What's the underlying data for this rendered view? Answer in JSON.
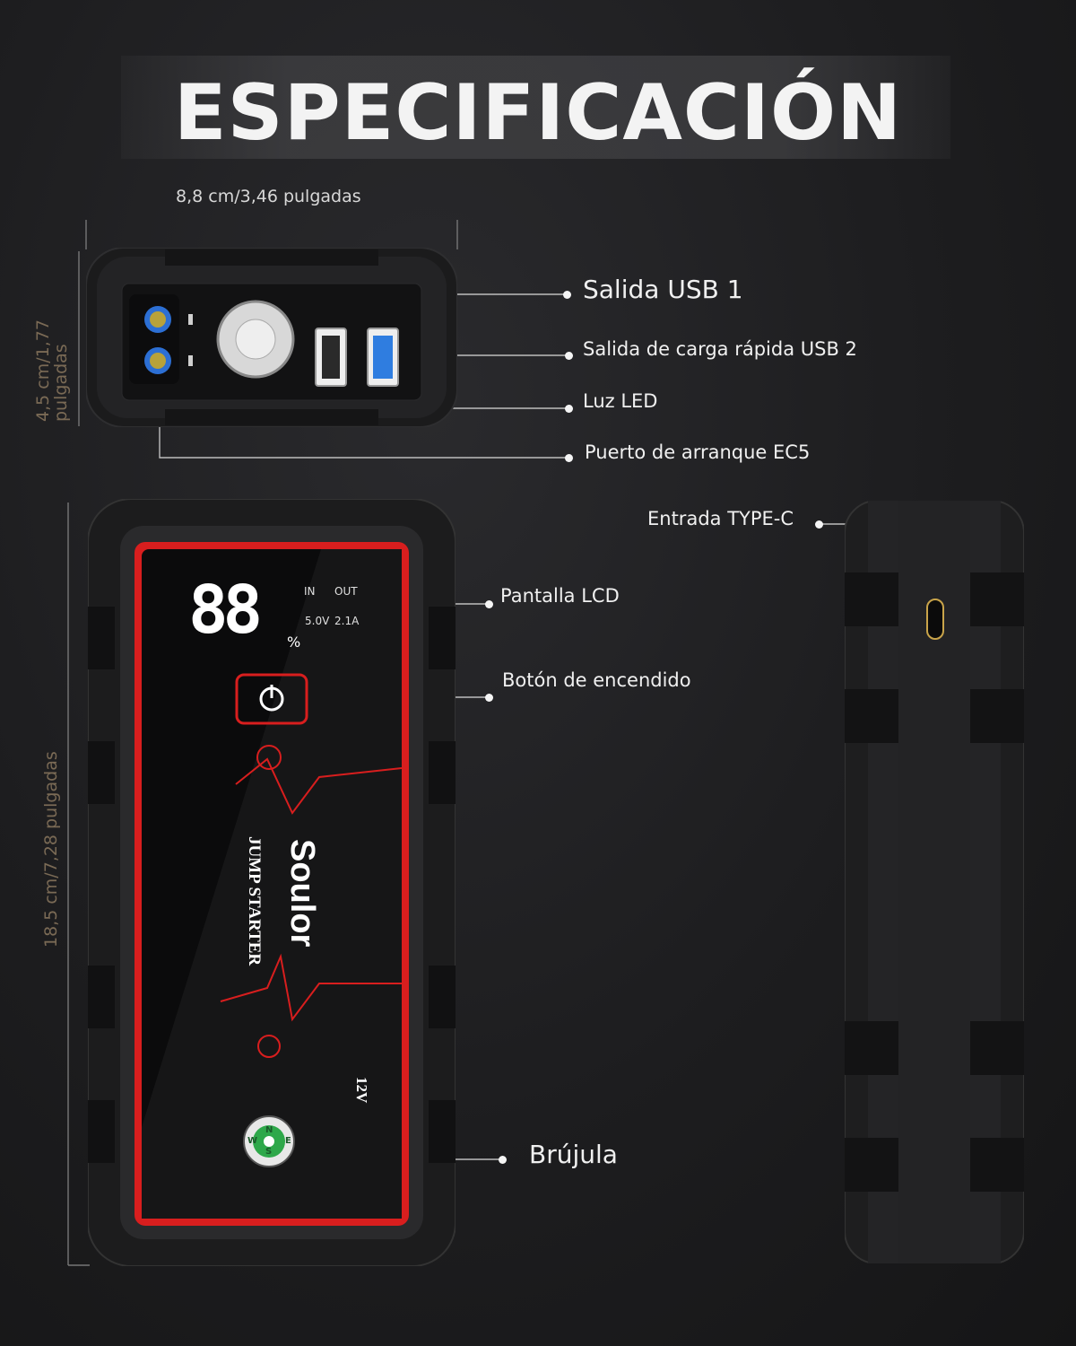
{
  "title": "ESPECIFICACIÓN",
  "dimensions": {
    "width": "8,8 cm/3,46 pulgadas",
    "height_top": "4,5 cm/1,77 pulgadas",
    "length": "18,5 cm/7,28 pulgadas"
  },
  "callouts": {
    "usb1": "Salida USB 1",
    "usb2": "Salida de carga rápida USB 2",
    "led": "Luz LED",
    "ec5": "Puerto de arranque EC5",
    "typec": "Entrada TYPE-C",
    "lcd": "Pantalla LCD",
    "power": "Botón de encendido",
    "compass": "Brújula"
  },
  "device": {
    "display_percent": "88",
    "percent_sign": "%",
    "in_label": "IN",
    "out_label": "OUT",
    "voltage": "5.0V",
    "current": "2.1A",
    "brand": "Soulor",
    "product": "JUMP STARTER",
    "rating": "12V",
    "compass_letters": [
      "N",
      "E",
      "S",
      "W"
    ]
  },
  "colors": {
    "accent_red": "#d81e1e",
    "usb_blue": "#2f7de0",
    "ec5_blue": "#2c6fd4",
    "compass_green": "#2ea84a"
  }
}
